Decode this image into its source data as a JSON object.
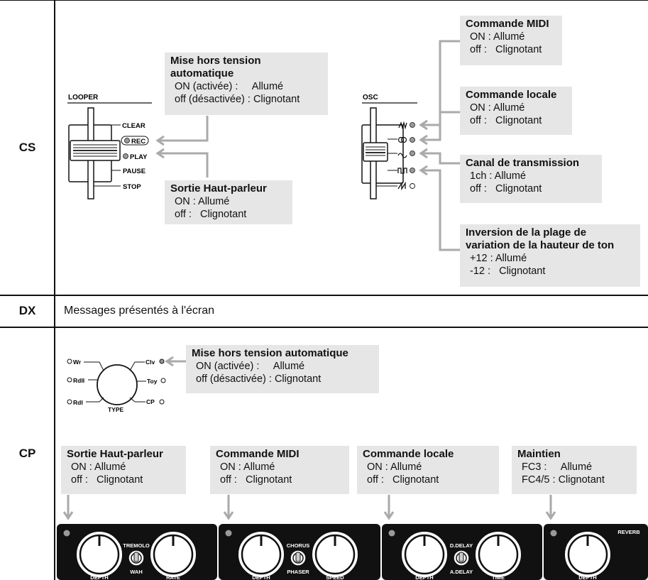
{
  "rows": {
    "cs": "CS",
    "dx": "DX",
    "cp": "CP"
  },
  "dx_text": "Messages présentés à l'écran",
  "cs": {
    "looper": {
      "title": "LOOPER",
      "labels": [
        "CLEAR",
        "REC",
        "PLAY",
        "PAUSE",
        "STOP"
      ]
    },
    "osc": {
      "title": "OSC"
    },
    "box_auto_off": {
      "title": "Mise hors tension automatique",
      "lines": [
        "ON (activée) :     Allumé",
        "off (désactivée) : Clignotant"
      ]
    },
    "box_speaker": {
      "title": "Sortie Haut-parleur",
      "lines": [
        "ON : Allumé",
        "off :   Clignotant"
      ]
    },
    "box_midi": {
      "title": "Commande MIDI",
      "lines": [
        "ON : Allumé",
        "off :   Clignotant"
      ]
    },
    "box_local": {
      "title": "Commande locale",
      "lines": [
        "ON : Allumé",
        "off :   Clignotant"
      ]
    },
    "box_channel": {
      "title": "Canal de transmission",
      "lines": [
        "1ch : Allumé",
        "off :   Clignotant"
      ]
    },
    "box_pitch": {
      "title_line1": "Inversion de la plage de",
      "title_line2": "variation de la hauteur de ton",
      "lines": [
        "+12 : Allumé",
        "-12 :   Clignotant"
      ]
    }
  },
  "cp": {
    "type_dial": {
      "labels": [
        "Wr",
        "RdII",
        "RdI",
        "TYPE",
        "Clv",
        "Toy",
        "CP"
      ]
    },
    "box_auto_off": {
      "title": "Mise hors tension automatique",
      "lines": [
        "ON (activée) :     Allumé",
        "off (désactivée) : Clignotant"
      ]
    },
    "box_speaker": {
      "title": "Sortie Haut-parleur",
      "lines": [
        "ON : Allumé",
        "off :   Clignotant"
      ]
    },
    "box_midi": {
      "title": "Commande MIDI",
      "lines": [
        "ON : Allumé",
        "off :   Clignotant"
      ]
    },
    "box_local": {
      "title": "Commande locale",
      "lines": [
        "ON : Allumé",
        "off :   Clignotant"
      ]
    },
    "box_sustain": {
      "title": "Maintien",
      "lines": [
        "FC3 :     Allumé",
        "FC4/5 : Clignotant"
      ]
    },
    "panels": [
      {
        "top": "TREMOLO",
        "bottom": "WAH",
        "left_knob": "DEPTH",
        "right_knob": "RATE"
      },
      {
        "top": "CHORUS",
        "bottom": "PHASER",
        "left_knob": "DEPTH",
        "right_knob": "SPEED"
      },
      {
        "top": "D.DELAY",
        "bottom": "A.DELAY",
        "left_knob": "DEPTH",
        "right_knob": "TIME"
      },
      {
        "top": "REVERB",
        "left_knob": "DEPTH"
      }
    ]
  }
}
